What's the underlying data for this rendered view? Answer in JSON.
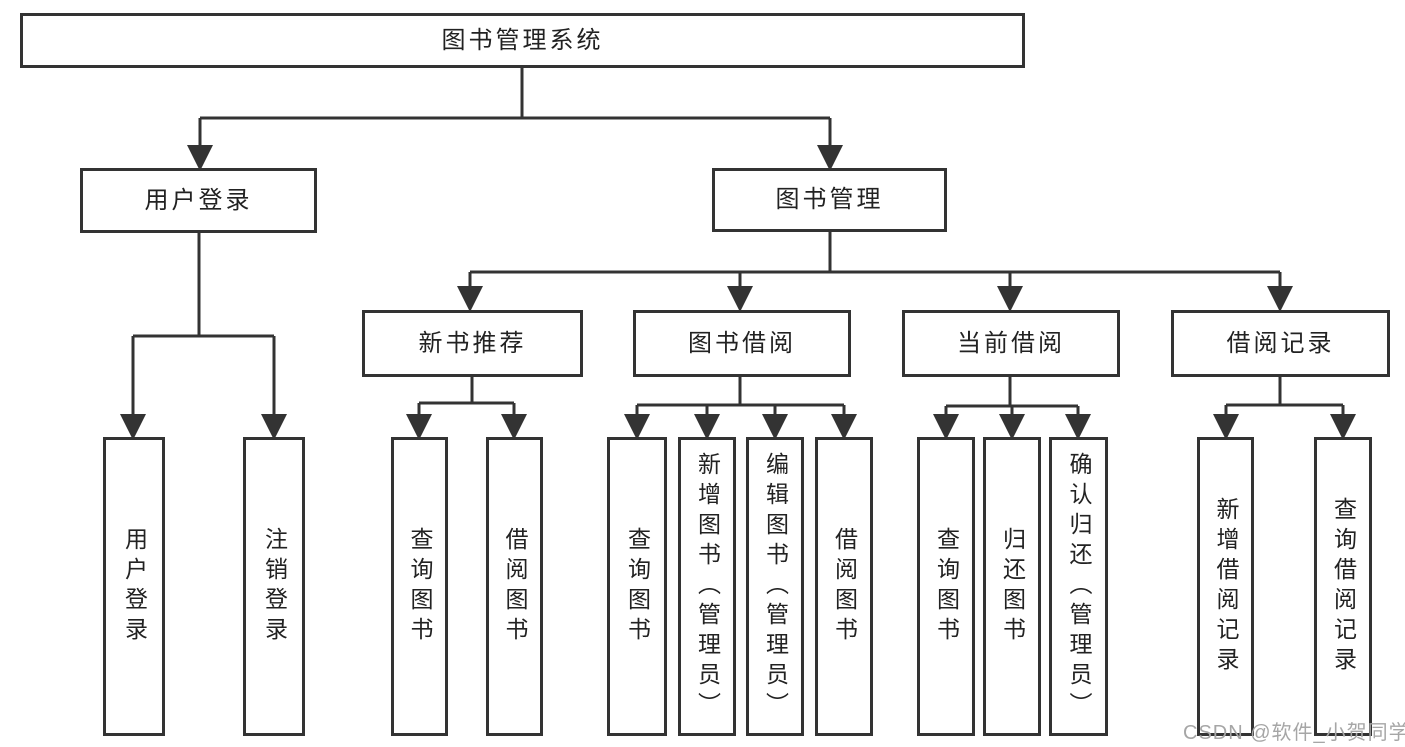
{
  "diagram_title": "图书管理系统",
  "tree": {
    "label": "图书管理系统",
    "children": [
      {
        "label": "用户登录",
        "children": [
          {
            "label": "用户登录"
          },
          {
            "label": "注销登录"
          }
        ]
      },
      {
        "label": "图书管理",
        "children": [
          {
            "label": "新书推荐",
            "children": [
              {
                "label": "查询图书"
              },
              {
                "label": "借阅图书"
              }
            ]
          },
          {
            "label": "图书借阅",
            "children": [
              {
                "label": "查询图书"
              },
              {
                "label": "新增图书（管理员）"
              },
              {
                "label": "编辑图书（管理员）"
              },
              {
                "label": "借阅图书"
              }
            ]
          },
          {
            "label": "当前借阅",
            "children": [
              {
                "label": "查询图书"
              },
              {
                "label": "归还图书"
              },
              {
                "label": "确认归还（管理员）"
              }
            ]
          },
          {
            "label": "借阅记录",
            "children": [
              {
                "label": "新增借阅记录"
              },
              {
                "label": "查询借阅记录"
              }
            ]
          }
        ]
      }
    ]
  },
  "watermark": "CSDN @软件_小贺同学",
  "colors": {
    "line": "#333333",
    "box_border": "#333333",
    "text": "#222222",
    "watermark": "#a6a6a6",
    "background": "#ffffff"
  }
}
